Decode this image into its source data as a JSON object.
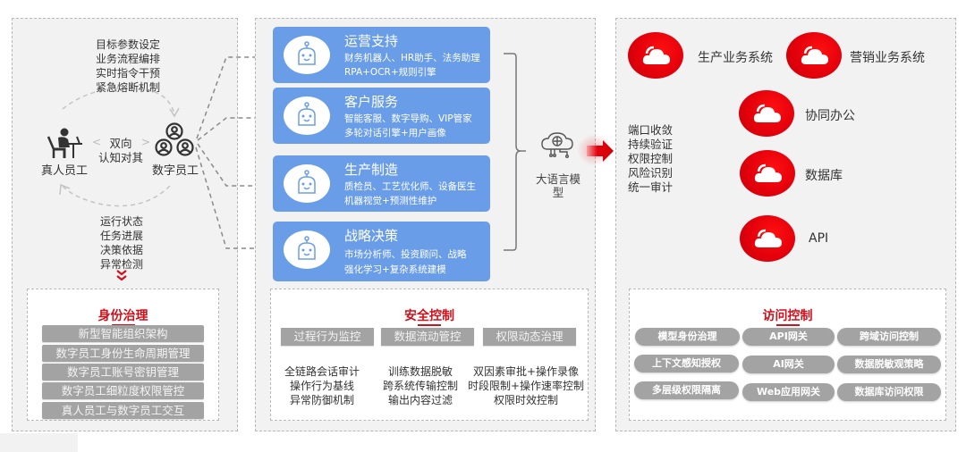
{
  "left_panel": {
    "commands": [
      "目标参数设定",
      "业务流程编排",
      "实时指令干预",
      "紧急熔断机制"
    ],
    "human_label": "真人员工",
    "human_icon": "person-at-desk-icon",
    "digital_label": "数字员工",
    "digital_icon": "user-group-icon",
    "alignment": [
      "双向",
      "认知对其"
    ],
    "feedback": [
      "运行状态",
      "任务进展",
      "决策依据",
      "异常检测"
    ],
    "identity": {
      "title": "身份治理",
      "items": [
        "新型智能组织架构",
        "数字员工身份生命周期管理",
        "数字员工账号密钥管理",
        "数字员工细粒度权限管控",
        "真人员工与数字员工交互"
      ]
    }
  },
  "middle_panel": {
    "cards": [
      {
        "title": "运营支持",
        "line1": "财务机器人、HR助手、法务助理",
        "line2": "RPA+OCR+规则引擎",
        "icon": "robot-icon"
      },
      {
        "title": "客户服务",
        "line1": "智能客服、数字导购、VIP管家",
        "line2": "多轮对话引擎+用户画像",
        "icon": "robot-icon"
      },
      {
        "title": "生产制造",
        "line1": "质检员、工艺优化师、设备医生",
        "line2": "机器视觉+预测性维护",
        "icon": "robot-icon"
      },
      {
        "title": "战略决策",
        "line1": "市场分析师、投资顾问、战略",
        "line2": "强化学习+复杂系统建模",
        "icon": "robot-icon"
      }
    ],
    "llm": {
      "label_line1": "大语言模",
      "label_line2": "型",
      "icon": "brain-cloud-icon"
    },
    "security": {
      "title": "安全控制",
      "tags": [
        "过程行为监控",
        "数据流动管控",
        "权限动态治理"
      ],
      "columns": [
        [
          "全链路会话审计",
          "操作行为基线",
          "异常防御机制"
        ],
        [
          "训练数据脱敏",
          "跨系统传输控制",
          "输出内容过滤"
        ],
        [
          "双因素审批+操作录像",
          "时段限制+操作速率控制",
          "权限时效控制"
        ]
      ]
    }
  },
  "right_panel": {
    "gateway_features": [
      "端口收敛",
      "持续验证",
      "权限控制",
      "风险识别",
      "统一审计"
    ],
    "systems": [
      {
        "label": "生产业务系统",
        "icon": "cloud-icon"
      },
      {
        "label": "营销业务系统",
        "icon": "cloud-icon"
      },
      {
        "label": "协同办公",
        "icon": "cloud-icon"
      },
      {
        "label": "数据库",
        "icon": "cloud-icon"
      },
      {
        "label": "API",
        "icon": "cloud-icon"
      }
    ],
    "access": {
      "title": "访问控制",
      "pills": [
        [
          "模型身份治理",
          "API网关",
          "跨域访问控制"
        ],
        [
          "上下文感知授权",
          "AI网关",
          "数据脱敏观策略"
        ],
        [
          "多层级权限隔离",
          "Web应用网关",
          "数据库访问权限"
        ]
      ]
    }
  },
  "colors": {
    "accent_red": "#d0101b",
    "card_blue": "#6a9de8",
    "panel_bg": "#f2f2f2",
    "tag_gray": "#a3a3a3"
  }
}
